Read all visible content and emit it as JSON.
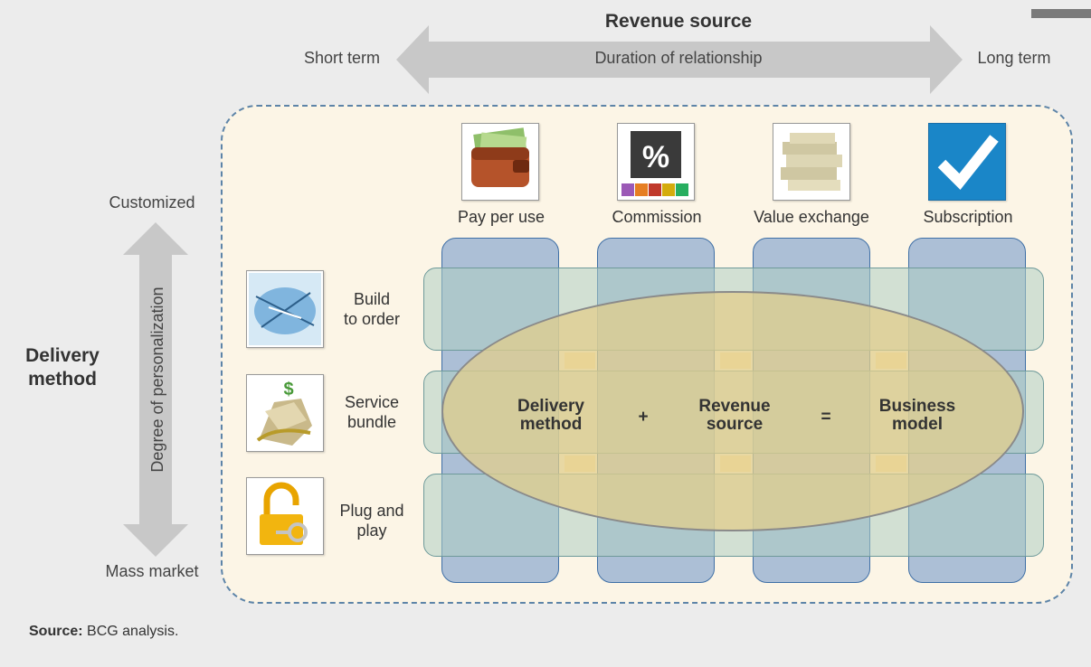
{
  "header": {
    "revenue_title": "Revenue source",
    "short_term": "Short term",
    "duration": "Duration of relationship",
    "long_term": "Long term"
  },
  "side": {
    "delivery_title_line1": "Delivery",
    "delivery_title_line2": "method",
    "customized": "Customized",
    "degree": "Degree of personalization",
    "mass_market": "Mass market"
  },
  "columns": [
    {
      "label": "Pay per use",
      "icon": "wallet-icon"
    },
    {
      "label": "Commission",
      "icon": "percent-icon"
    },
    {
      "label": "Value exchange",
      "icon": "money-stack-icon"
    },
    {
      "label": "Subscription",
      "icon": "checkmark-icon"
    }
  ],
  "rows": [
    {
      "label_line1": "Build",
      "label_line2": "to order",
      "icon": "blueprint-icon"
    },
    {
      "label_line1": "Service",
      "label_line2": "bundle",
      "icon": "dollar-bundle-icon"
    },
    {
      "label_line1": "Plug and",
      "label_line2": "play",
      "icon": "padlock-icon"
    }
  ],
  "equation": {
    "term1_line1": "Delivery",
    "term1_line2": "method",
    "plus": "+",
    "term2_line1": "Revenue",
    "term2_line2": "source",
    "equals": "=",
    "result_line1": "Business",
    "result_line2": "model"
  },
  "footer": {
    "source_label": "Source:",
    "source_text": " BCG analysis."
  },
  "colors": {
    "panel_bg": "#fcf5e6",
    "column_blue": "#6991c8",
    "row_green": "#afcdc3",
    "ellipse_gold": "#e1cd8c",
    "arrow_gray": "#c8c8c8"
  }
}
